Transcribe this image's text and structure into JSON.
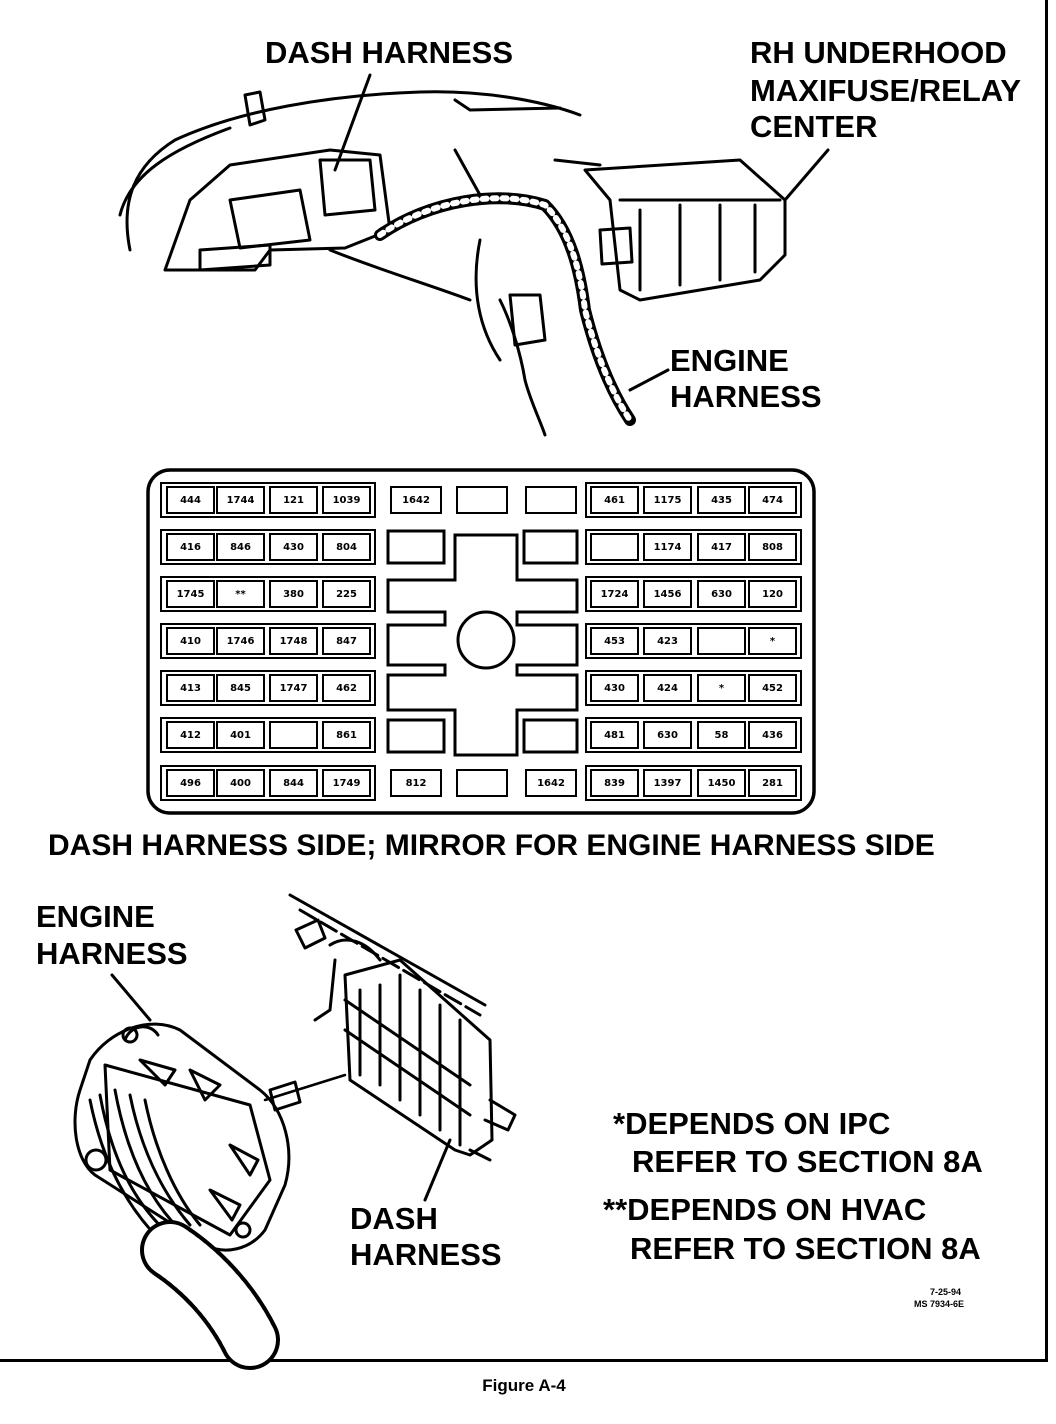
{
  "labels": {
    "dash_harness_top": "DASH HARNESS",
    "rh_underhood_1": "RH UNDERHOOD",
    "rh_underhood_2": "MAXIFUSE/RELAY",
    "rh_underhood_3": "CENTER",
    "engine_harness_top_1": "ENGINE",
    "engine_harness_top_2": "HARNESS",
    "side_caption": "DASH HARNESS SIDE; MIRROR FOR ENGINE HARNESS SIDE",
    "engine_harness_bottom_1": "ENGINE",
    "engine_harness_bottom_2": "HARNESS",
    "dash_harness_bottom_1": "DASH",
    "dash_harness_bottom_2": "HARNESS"
  },
  "notes": {
    "note1_line1": "*DEPENDS ON IPC",
    "note1_line2": "REFER TO SECTION 8A",
    "note2_line1": "**DEPENDS ON HVAC",
    "note2_line2": "REFER TO SECTION 8A"
  },
  "stamp": {
    "date": "7-25-94",
    "code": "MS 7934-6E"
  },
  "caption": "Figure A-4",
  "connector": {
    "left_block": [
      [
        "444",
        "1744",
        "121",
        "1039"
      ],
      [
        "416",
        "846",
        "430",
        "804"
      ],
      [
        "1745",
        "**",
        "380",
        "225"
      ],
      [
        "410",
        "1746",
        "1748",
        "847"
      ],
      [
        "413",
        "845",
        "1747",
        "462"
      ],
      [
        "412",
        "401",
        "",
        "861"
      ],
      [
        "496",
        "400",
        "844",
        "1749"
      ]
    ],
    "right_block": [
      [
        "461",
        "1175",
        "435",
        "474"
      ],
      [
        "",
        "1174",
        "417",
        "808"
      ],
      [
        "1724",
        "1456",
        "630",
        "120"
      ],
      [
        "453",
        "423",
        "",
        "*"
      ],
      [
        "430",
        "424",
        "*",
        "452"
      ],
      [
        "481",
        "630",
        "58",
        "436"
      ],
      [
        "839",
        "1397",
        "1450",
        "281"
      ]
    ],
    "center_top": [
      "1642",
      "",
      ""
    ],
    "center_bottom": [
      "812",
      "",
      "1642"
    ]
  }
}
